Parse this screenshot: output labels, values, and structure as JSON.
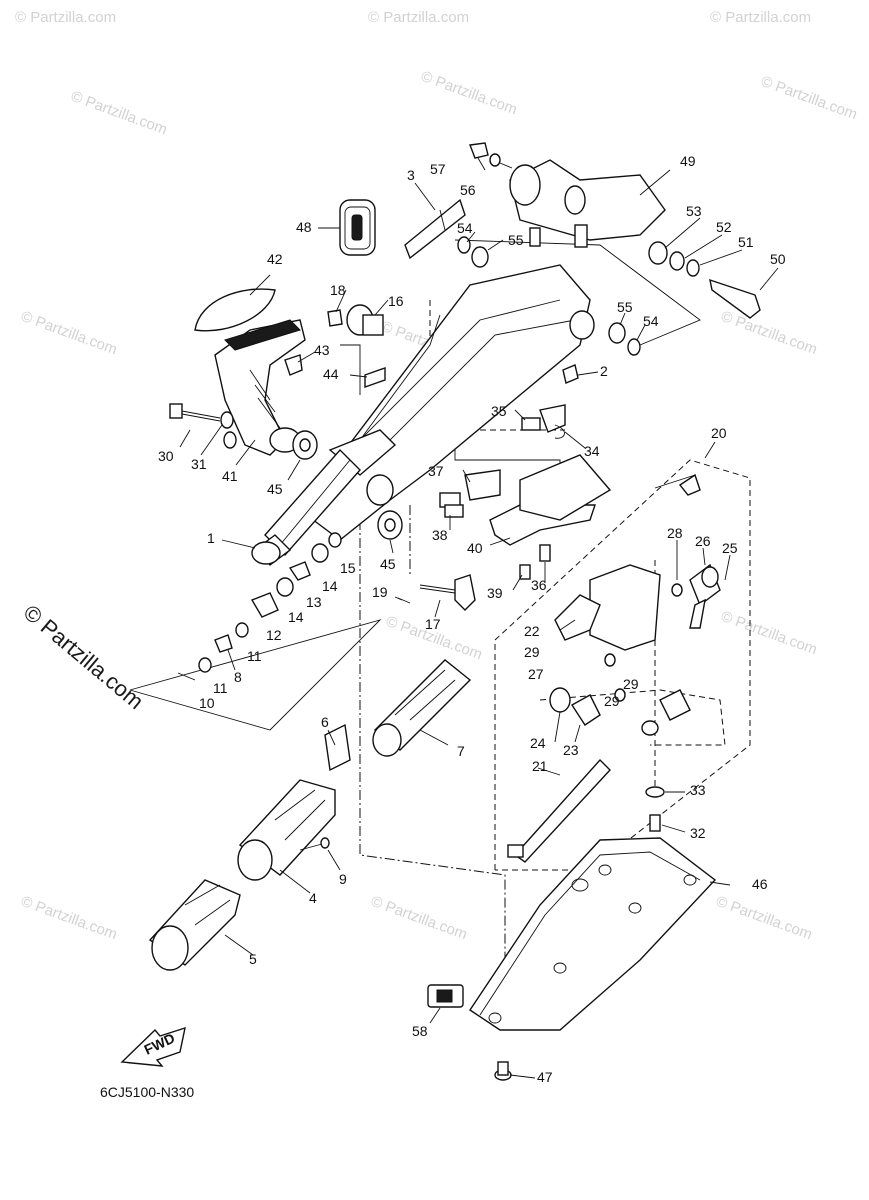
{
  "watermark": {
    "small_text": "© Partzilla.com",
    "large_text": "© Partzilla.com"
  },
  "diagram": {
    "code": "6CJ5100-N330",
    "fwd_label": "FWD"
  },
  "callouts": {
    "c1": "1",
    "c2": "2",
    "c3": "3",
    "c4": "4",
    "c5": "5",
    "c6": "6",
    "c7": "7",
    "c8": "8",
    "c9": "9",
    "c10": "10",
    "c11a": "11",
    "c11b": "11",
    "c12": "12",
    "c13": "13",
    "c14a": "14",
    "c14b": "14",
    "c15": "15",
    "c16": "16",
    "c17": "17",
    "c18": "18",
    "c19": "19",
    "c20": "20",
    "c21": "21",
    "c22": "22",
    "c23": "23",
    "c24": "24",
    "c25": "25",
    "c26": "26",
    "c27": "27",
    "c28": "28",
    "c29a": "29",
    "c29b": "29",
    "c29c": "29",
    "c30": "30",
    "c31": "31",
    "c32": "32",
    "c33": "33",
    "c34": "34",
    "c35": "35",
    "c36": "36",
    "c37": "37",
    "c38": "38",
    "c39": "39",
    "c40": "40",
    "c41": "41",
    "c42": "42",
    "c43": "43",
    "c44": "44",
    "c45a": "45",
    "c45b": "45",
    "c46": "46",
    "c47": "47",
    "c48": "48",
    "c49": "49",
    "c50": "50",
    "c51": "51",
    "c52": "52",
    "c53": "53",
    "c54a": "54",
    "c54b": "54",
    "c55a": "55",
    "c55b": "55",
    "c56": "56",
    "c57": "57",
    "c58": "58"
  }
}
